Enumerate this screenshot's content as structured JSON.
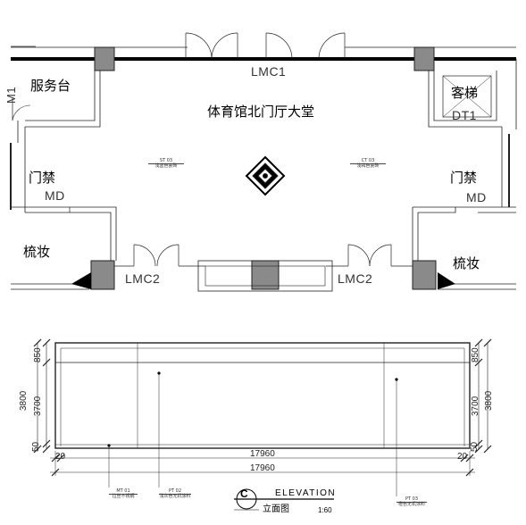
{
  "plan": {
    "hall_name": "体育馆北门厅大堂",
    "service_desk": "服务台",
    "m1_code": "M1",
    "passenger_lift": "客梯",
    "lift_code": "DT1",
    "access_left": "门禁",
    "access_left_code": "MD",
    "access_right": "门禁",
    "access_right_code": "MD",
    "makeup_left": "梳妆",
    "makeup_right": "梳妆",
    "door_top": "LMC1",
    "door_bottom_left": "LMC2",
    "door_bottom_right": "LMC2",
    "floor_tag_left": [
      "ST 03",
      "浅蓝色瓷砖"
    ],
    "floor_tag_right": [
      "CT 03",
      "浅褐色瓷砖"
    ]
  },
  "elevation": {
    "left_dims": [
      "3800",
      "850",
      "3700",
      "50"
    ],
    "right_dims": [
      "850",
      "3700",
      "3800",
      "50"
    ],
    "bottom_small_left": "20",
    "bottom_small_right": "20",
    "bottom_width_1": "17960",
    "bottom_width_2": "17960",
    "tags": [
      [
        "MT 01",
        "拉丝不锈钢"
      ],
      [
        "PT 02",
        "浅灰色无机涂料"
      ],
      [
        "PT 03",
        "橙色无机涂料"
      ]
    ],
    "title_letter": "C",
    "title_en": "ELEVATION",
    "title_cn": "立面图",
    "scale": "1:60"
  }
}
